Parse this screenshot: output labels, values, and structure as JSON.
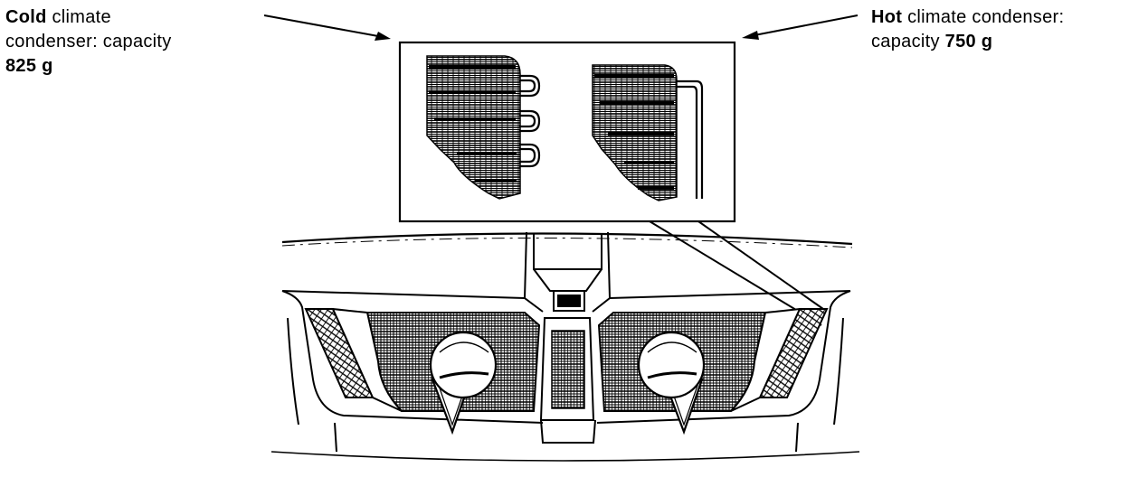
{
  "labels": {
    "cold": {
      "strong": "Cold",
      "line1_rest": " climate",
      "line2": "condenser: capacity",
      "line3": "825 g"
    },
    "hot": {
      "strong": "Hot",
      "line1_rest": " climate condenser:",
      "line2_plain": "capacity ",
      "line2_strong": "750 g"
    }
  },
  "colors": {
    "ink": "#000000",
    "paper": "#ffffff"
  }
}
